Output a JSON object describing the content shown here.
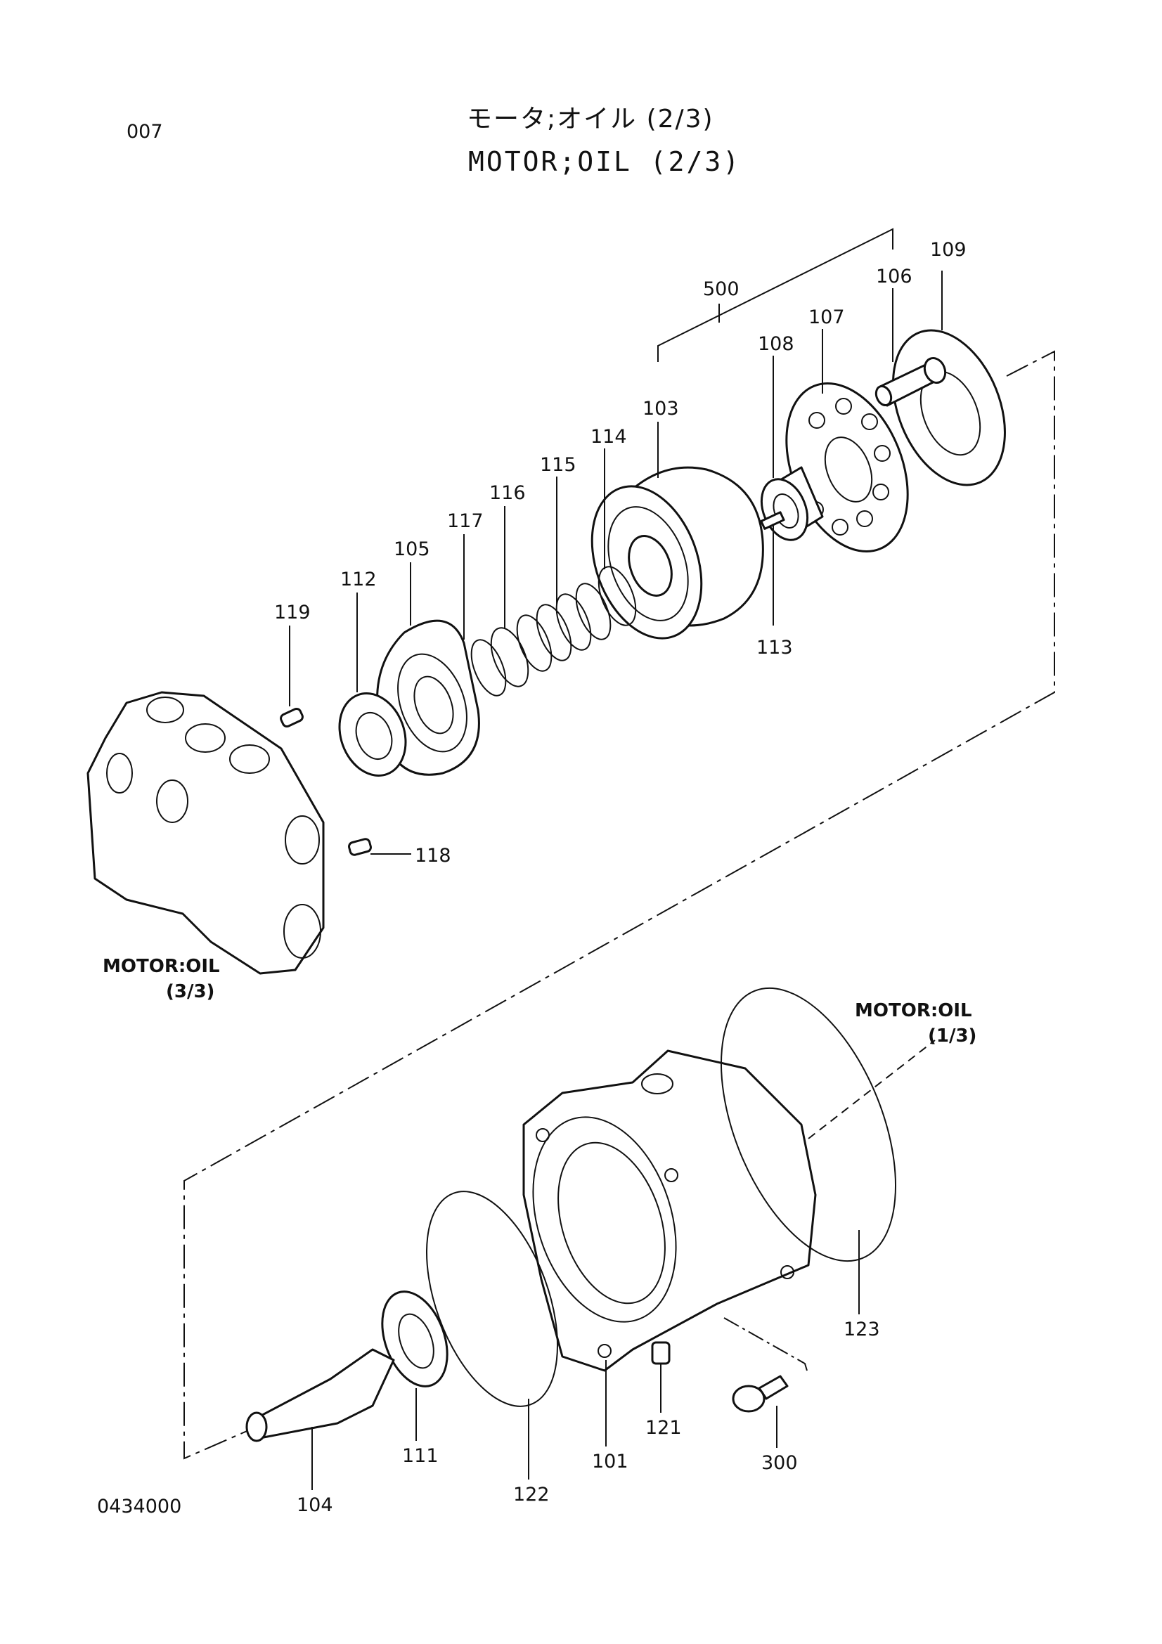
{
  "header": {
    "page_number": "007",
    "title_jp": "モータ;オイル (2/3)",
    "title_en": "MOTOR;OIL (2/3)"
  },
  "footer": {
    "document_code": "0434000"
  },
  "references": {
    "motor_oil_3_3": {
      "line1": "MOTOR:OIL",
      "line2": "(3/3)"
    },
    "motor_oil_1_3": {
      "line1": "MOTOR:OIL",
      "line2": "(1/3)"
    }
  },
  "parts": [
    {
      "id": "p109",
      "number": "109"
    },
    {
      "id": "p106",
      "number": "106"
    },
    {
      "id": "p500",
      "number": "500"
    },
    {
      "id": "p107",
      "number": "107"
    },
    {
      "id": "p108",
      "number": "108"
    },
    {
      "id": "p103",
      "number": "103"
    },
    {
      "id": "p114",
      "number": "114"
    },
    {
      "id": "p115",
      "number": "115"
    },
    {
      "id": "p116",
      "number": "116"
    },
    {
      "id": "p117",
      "number": "117"
    },
    {
      "id": "p105",
      "number": "105"
    },
    {
      "id": "p112",
      "number": "112"
    },
    {
      "id": "p119",
      "number": "119"
    },
    {
      "id": "p113",
      "number": "113"
    },
    {
      "id": "p118",
      "number": "118"
    },
    {
      "id": "p123",
      "number": "123"
    },
    {
      "id": "p121",
      "number": "121"
    },
    {
      "id": "p300",
      "number": "300"
    },
    {
      "id": "p111",
      "number": "111"
    },
    {
      "id": "p101",
      "number": "101"
    },
    {
      "id": "p122",
      "number": "122"
    },
    {
      "id": "p104",
      "number": "104"
    }
  ]
}
